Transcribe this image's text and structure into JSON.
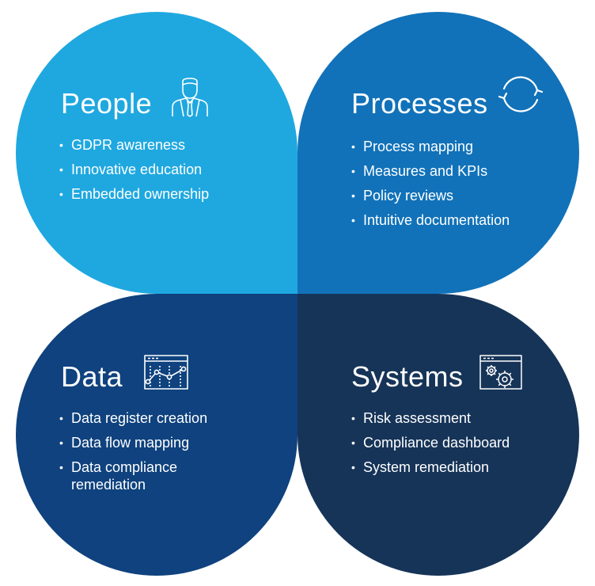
{
  "quadrants": {
    "people": {
      "title": "People",
      "icon": "person-icon",
      "color": "#1fa8e0",
      "items": [
        "GDPR awareness",
        "Innovative education",
        "Embedded ownership"
      ]
    },
    "processes": {
      "title": "Processes",
      "icon": "refresh-cycle-icon",
      "color": "#1172b9",
      "items": [
        "Process mapping",
        "Measures and KPIs",
        "Policy reviews",
        "Intuitive documentation"
      ]
    },
    "data": {
      "title": "Data",
      "icon": "line-chart-window-icon",
      "color": "#0f427e",
      "items": [
        "Data register creation",
        "Data flow mapping",
        "Data compliance remediation"
      ]
    },
    "systems": {
      "title": "Systems",
      "icon": "gear-window-icon",
      "color": "#163458",
      "items": [
        "Risk assessment",
        "Compliance dashboard",
        "System remediation"
      ]
    }
  }
}
